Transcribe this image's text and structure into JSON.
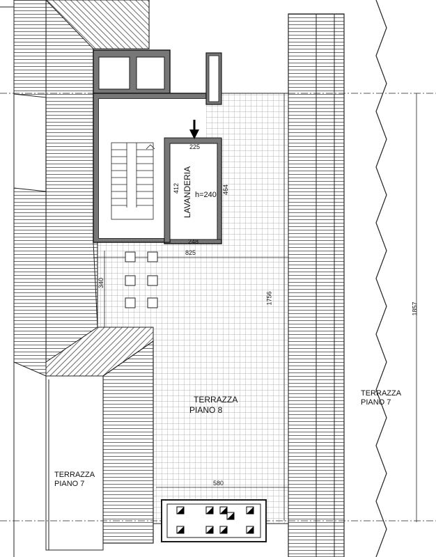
{
  "rooms": {
    "laundry_name": "LAVANDERIA",
    "laundry_height": "h=240",
    "terrace_main_line1": "TERRAZZA",
    "terrace_main_line2": "PIANO 8",
    "terrace_right_line1": "TERRAZZA",
    "terrace_right_line2": "PIANO 7",
    "terrace_left_line1": "TERRAZZA",
    "terrace_left_line2": "PIANO 7"
  },
  "dimensions": {
    "d225": "225",
    "d412": "412",
    "d464": "464",
    "d248": "248",
    "d825": "825",
    "d340": "340",
    "d1756": "1756",
    "d1857": "1857",
    "d580": "580"
  },
  "colors": {
    "wall": "#1a1a1a",
    "wall_fill": "#777777",
    "line": "#222222",
    "hatch": "#444444",
    "tile": "#9a9a9a"
  },
  "icons": {
    "entrance_arrow": "down-arrow-icon"
  }
}
